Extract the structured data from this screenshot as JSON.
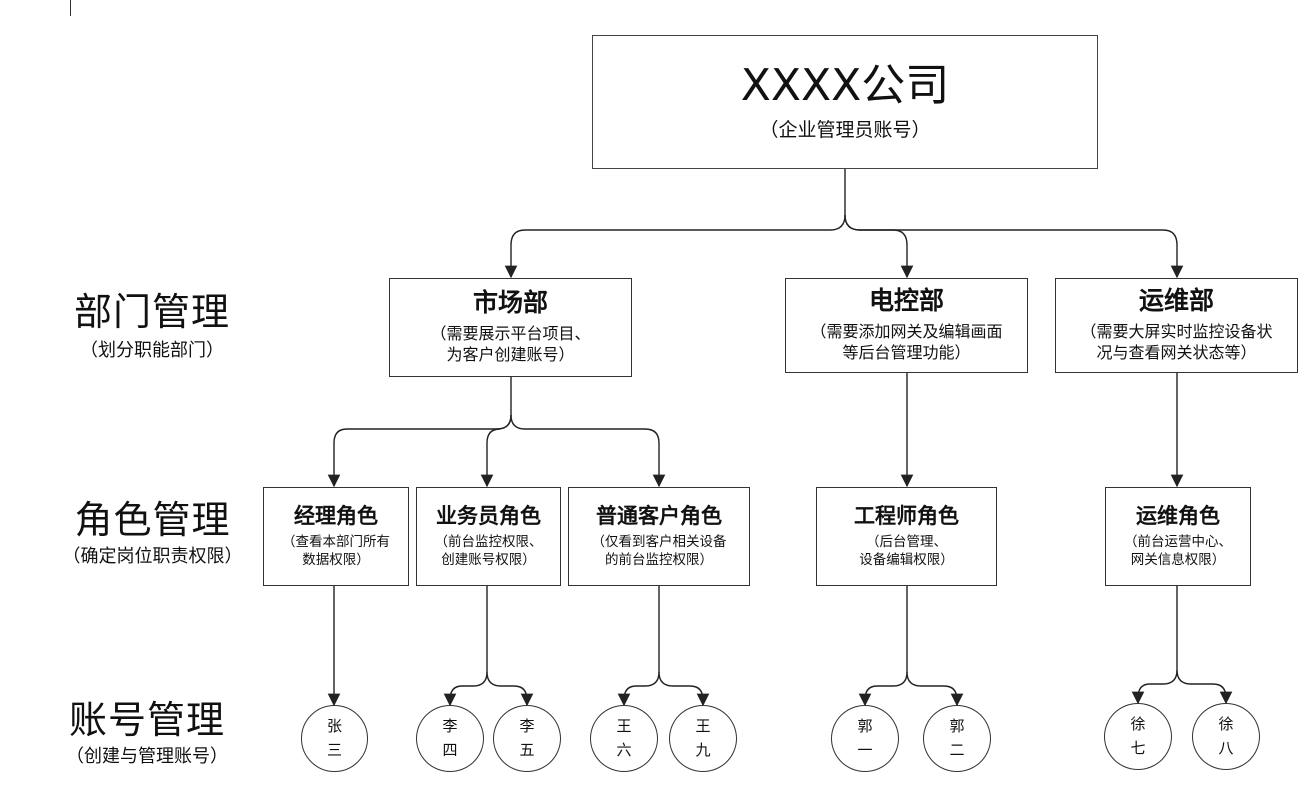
{
  "company": {
    "title": "XXXX公司",
    "subtitle": "（企业管理员账号）"
  },
  "sections": {
    "dept": {
      "title": "部门管理",
      "subtitle": "（划分职能部门）"
    },
    "role": {
      "title": "角色管理",
      "subtitle": "（确定岗位职责权限）"
    },
    "account": {
      "title": "账号管理",
      "subtitle": "（创建与管理账号）"
    }
  },
  "departments": [
    {
      "title": "市场部",
      "line1": "（需要展示平台项目、",
      "line2": "为客户创建账号）"
    },
    {
      "title": "电控部",
      "line1": "（需要添加网关及编辑画面",
      "line2": "等后台管理功能）"
    },
    {
      "title": "运维部",
      "line1": "（需要大屏实时监控设备状",
      "line2": "况与查看网关状态等）"
    }
  ],
  "roles": [
    {
      "title": "经理角色",
      "line1": "（查看本部门所有",
      "line2": "数据权限）"
    },
    {
      "title": "业务员角色",
      "line1": "（前台监控权限、",
      "line2": "创建账号权限）"
    },
    {
      "title": "普通客户角色",
      "line1": "（仅看到客户相关设备",
      "line2": "的前台监控权限）"
    },
    {
      "title": "工程师角色",
      "line1": "（后台管理、",
      "line2": "设备编辑权限）"
    },
    {
      "title": "运维角色",
      "line1": "（前台运营中心、",
      "line2": "网关信息权限）"
    }
  ],
  "accounts": [
    {
      "c1": "张",
      "c2": "三"
    },
    {
      "c1": "李",
      "c2": "四"
    },
    {
      "c1": "李",
      "c2": "五"
    },
    {
      "c1": "王",
      "c2": "六"
    },
    {
      "c1": "王",
      "c2": "九"
    },
    {
      "c1": "郭",
      "c2": "一"
    },
    {
      "c1": "郭",
      "c2": "二"
    },
    {
      "c1": "徐",
      "c2": "七"
    },
    {
      "c1": "徐",
      "c2": "八"
    }
  ]
}
